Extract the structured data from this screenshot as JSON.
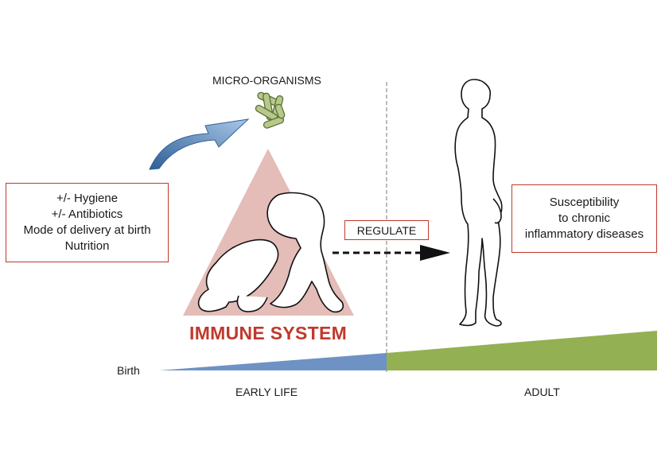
{
  "micro_label": "MICRO-ORGANISMS",
  "factors": {
    "lines": [
      "+/- Hygiene",
      "+/- Antibiotics",
      "Mode of delivery at birth",
      "Nutrition"
    ]
  },
  "immune_label": "IMMUNE SYSTEM",
  "regulate_label": "REGULATE",
  "susceptibility": {
    "lines": [
      "Susceptibility",
      "to chronic",
      "inflammatory diseases"
    ]
  },
  "timeline": {
    "birth": "Birth",
    "early_life": "EARLY LIFE",
    "adult": "ADULT"
  },
  "colors": {
    "accent_red": "#c0392b",
    "triangle_fill": "#e4bcb8",
    "arrow_blue": "#4a7fb5",
    "microbe_green": "#b7c98a",
    "early_life_blue": "#6f92c4",
    "adult_green": "#93b152"
  }
}
